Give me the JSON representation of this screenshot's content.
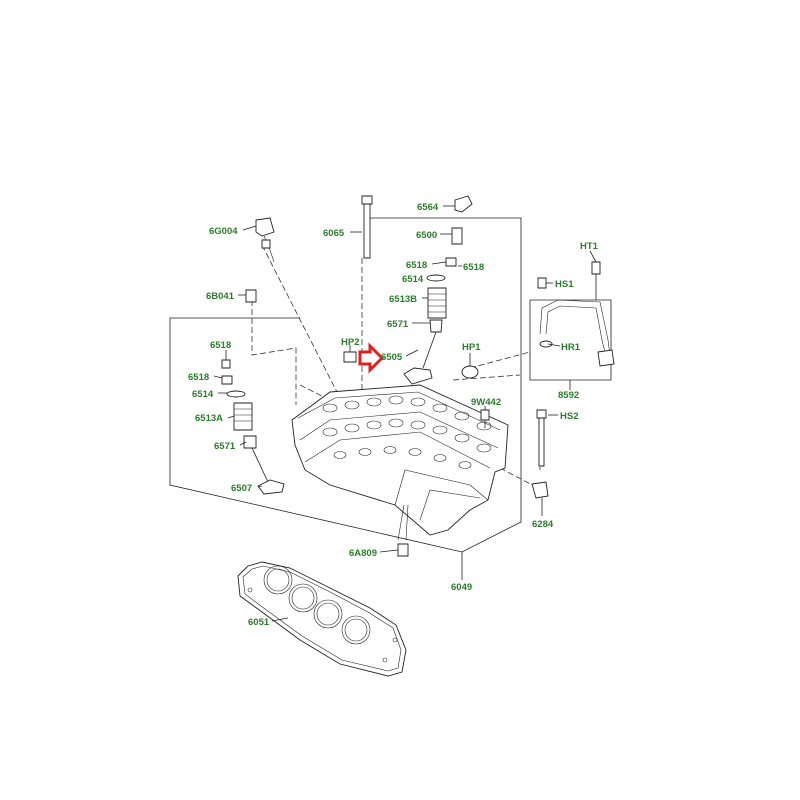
{
  "colors": {
    "label": "#2a7d2a",
    "arrow": "#e0201c",
    "line": "#222222"
  },
  "labels": {
    "p6564": "6564",
    "p6G004": "6G004",
    "p6065": "6065",
    "p6500": "6500",
    "p6518a": "6518",
    "p6518b": "6518",
    "p6514a": "6514",
    "p6513B": "6513B",
    "p6571a": "6571",
    "p6505": "6505",
    "pHP2": "HP2",
    "pHP1": "HP1",
    "pHT1": "HT1",
    "pHS1": "HS1",
    "pHR1": "HR1",
    "p8592": "8592",
    "p6B041": "6B041",
    "p6518c": "6518",
    "p6518d": "6518",
    "p6514b": "6514",
    "p6513A": "6513A",
    "p6571b": "6571",
    "p6507": "6507",
    "p9W442": "9W442",
    "pHS2": "HS2",
    "p6284": "6284",
    "p6A809": "6A809",
    "p6049": "6049",
    "p6051": "6051"
  }
}
